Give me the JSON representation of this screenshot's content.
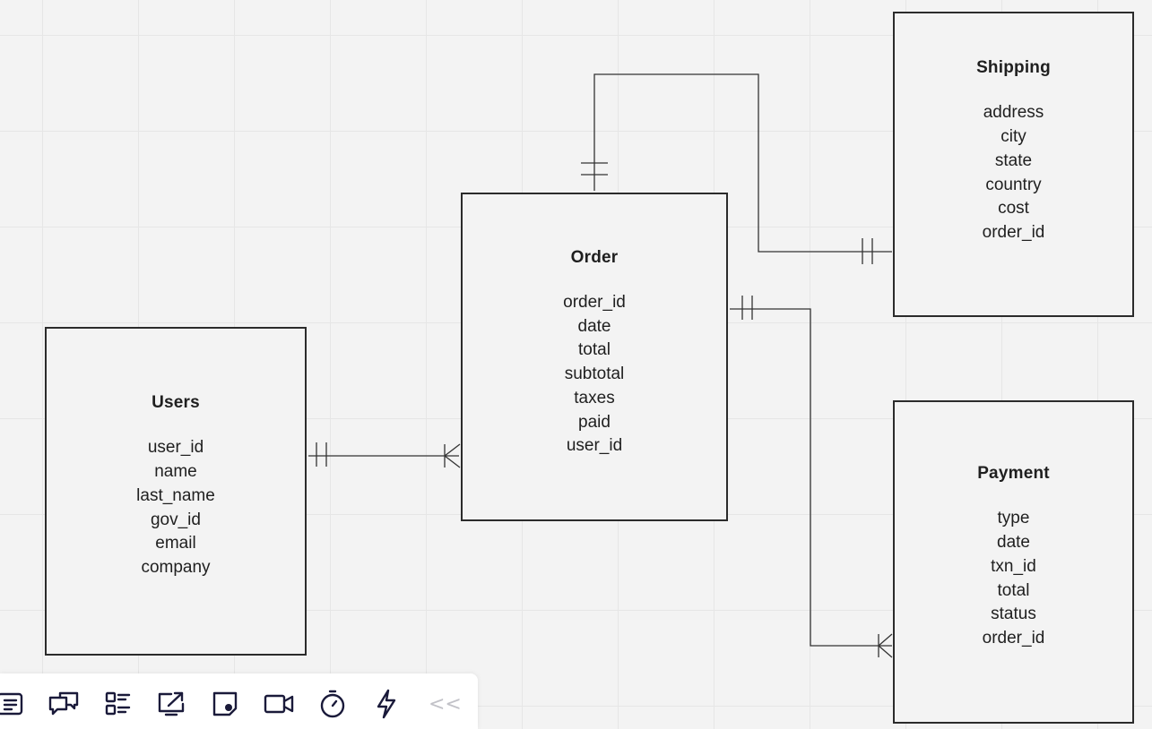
{
  "diagram": {
    "entities": {
      "order": {
        "title": "Order",
        "fields": [
          "order_id",
          "date",
          "total",
          "subtotal",
          "taxes",
          "paid",
          "user_id"
        ]
      },
      "users": {
        "title": "Users",
        "fields": [
          "user_id",
          "name",
          "last_name",
          "gov_id",
          "email",
          "company"
        ]
      },
      "shipping": {
        "title": "Shipping",
        "fields": [
          "address",
          "city",
          "state",
          "country",
          "cost",
          "order_id"
        ]
      },
      "payment": {
        "title": "Payment",
        "fields": [
          "type",
          "date",
          "txn_id",
          "total",
          "status",
          "order_id"
        ]
      }
    },
    "relationships": [
      {
        "from": "Order",
        "to": "Shipping",
        "from_cardinality": "one-and-only-one",
        "to_cardinality": "one-and-only-one"
      },
      {
        "from": "Order",
        "to": "Payment",
        "from_cardinality": "one-and-only-one",
        "to_cardinality": "one-or-many"
      },
      {
        "from": "Users",
        "to": "Order",
        "from_cardinality": "one-and-only-one",
        "to_cardinality": "one-or-many"
      }
    ]
  },
  "toolbar": {
    "tools": [
      {
        "icon": "notes-list-icon"
      },
      {
        "icon": "comments-icon"
      },
      {
        "icon": "card-list-icon"
      },
      {
        "icon": "share-screen-icon"
      },
      {
        "icon": "sticky-note-icon"
      },
      {
        "icon": "video-call-icon"
      },
      {
        "icon": "timer-icon"
      },
      {
        "icon": "lightning-icon"
      }
    ],
    "collapse_label": "<<"
  },
  "colors": {
    "canvas": "#f3f3f3",
    "grid": "#e6e6e6",
    "stroke": "#2b2b2b",
    "icon": "#1a1a3a"
  }
}
